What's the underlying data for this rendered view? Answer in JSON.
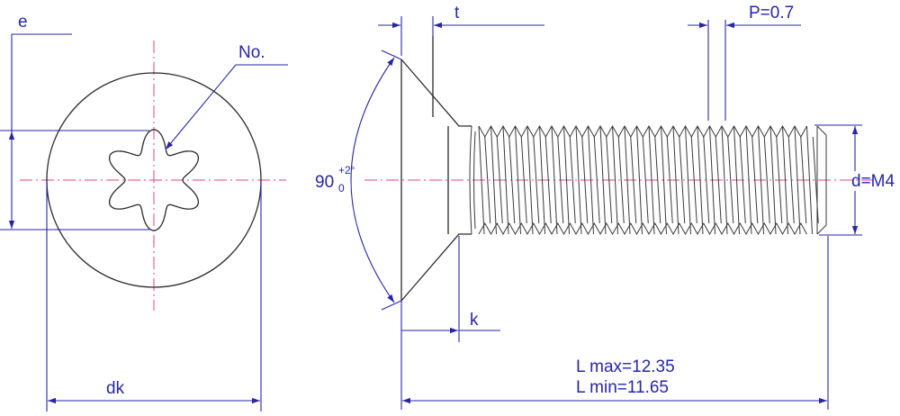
{
  "labels": {
    "e": "e",
    "no": "No.",
    "dk": "dk",
    "t": "t",
    "pitch": "P=0.7",
    "angle": "90",
    "angle_upper_tol": "+2°",
    "angle_lower_tol": "0",
    "diameter": "d=M4",
    "k": "k",
    "l_max": "L max=12.35",
    "l_min": "L min=11.65"
  },
  "colors": {
    "dimension": "#2626a6",
    "centerline": "#e0408a",
    "outline": "#2a2a2a"
  }
}
